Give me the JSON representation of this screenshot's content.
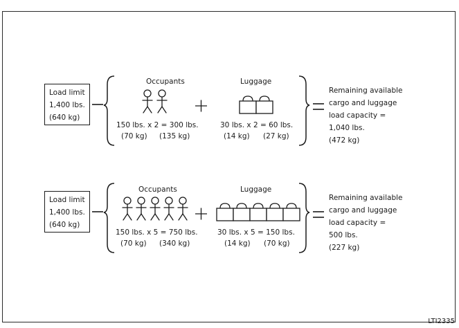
{
  "rows": [
    {
      "load_limit": [
        "Load limit",
        "1,400 lbs.",
        "(640 kg)"
      ],
      "minus": "—",
      "occupants_title": "Occupants",
      "occupants_eq": "150 lbs. x 2 = 300 lbs.",
      "occupants_kg": [
        "(70 kg)",
        "(135 kg)"
      ],
      "plus": "+",
      "luggage_title": "Luggage",
      "luggage_eq": "30 lbs. x 2 = 60 lbs.",
      "luggage_kg": [
        "(14 kg)",
        "(27 kg)"
      ],
      "equals": "=",
      "result": [
        "Remaining available",
        "cargo and luggage",
        "load capacity =",
        "1,040 lbs.",
        "(472 kg)"
      ]
    },
    {
      "load_limit": [
        "Load limit",
        "1,400 lbs.",
        "(640 kg)"
      ],
      "minus": "—",
      "occupants_title": "Occupants",
      "occupants_eq": "150 lbs. x 5 = 750 lbs.",
      "occupants_kg": [
        "(70 kg)",
        "(340 kg)"
      ],
      "plus": "+",
      "luggage_title": "Luggage",
      "luggage_eq": "30 lbs. x 5 = 150 lbs.",
      "luggage_kg": [
        "(14 kg)",
        "(70 kg)"
      ],
      "equals": "=",
      "result": [
        "Remaining available",
        "cargo and luggage",
        "load capacity =",
        "500 lbs.",
        "(227 kg)"
      ]
    }
  ],
  "figure_code": "LTI2335",
  "icons": {
    "person": "person-icon",
    "luggage": "luggage-bag-icon"
  }
}
